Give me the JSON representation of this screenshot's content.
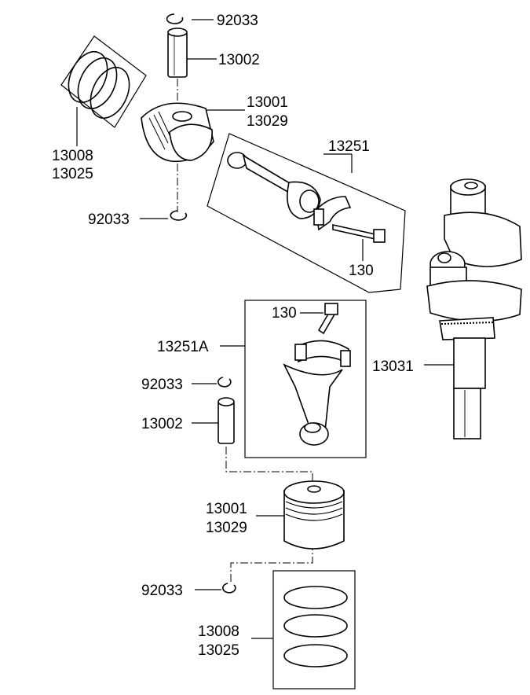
{
  "labels": {
    "clip_top": "92033",
    "pin_top": "13002",
    "piston_top_a": "13001",
    "piston_top_b": "13029",
    "rings_top_a": "13008",
    "rings_top_b": "13025",
    "clip_mid": "92033",
    "conrod_set": "13251",
    "bolt_upper": "130",
    "bolt_lower": "130",
    "conrod_set_a": "13251A",
    "clip_lower": "92033",
    "pin_lower": "13002",
    "crankshaft": "13031",
    "piston_lower_a": "13001",
    "piston_lower_b": "13029",
    "clip_bottom": "92033",
    "rings_bottom_a": "13008",
    "rings_bottom_b": "13025"
  }
}
